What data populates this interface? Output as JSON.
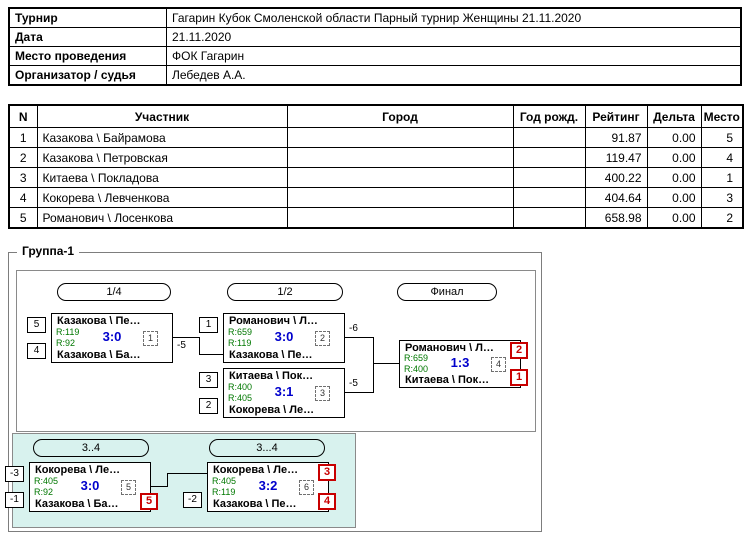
{
  "info": {
    "rows": [
      {
        "label": "Турнир",
        "value": "Гагарин Кубок Смоленской области Парный турнир Женщины 21.11.2020"
      },
      {
        "label": "Дата",
        "value": "21.11.2020"
      },
      {
        "label": "Место проведения",
        "value": "ФОК Гагарин"
      },
      {
        "label": "Организатор / судья",
        "value": "Лебедев А.А."
      }
    ]
  },
  "participants": {
    "headers": [
      "N",
      "Участник",
      "Город",
      "Год рожд.",
      "Рейтинг",
      "Дельта",
      "Место"
    ],
    "rows": [
      {
        "n": "1",
        "name": "Казакова \\ Байрамова",
        "city": "",
        "year": "",
        "rating": "91.87",
        "delta": "0.00",
        "place": "5"
      },
      {
        "n": "2",
        "name": "Казакова \\ Петровская",
        "city": "",
        "year": "",
        "rating": "119.47",
        "delta": "0.00",
        "place": "4"
      },
      {
        "n": "3",
        "name": "Китаева \\ Покладова",
        "city": "",
        "year": "",
        "rating": "400.22",
        "delta": "0.00",
        "place": "1"
      },
      {
        "n": "4",
        "name": "Кокорева \\ Левченкова",
        "city": "",
        "year": "",
        "rating": "404.64",
        "delta": "0.00",
        "place": "3"
      },
      {
        "n": "5",
        "name": "Романович \\ Лосенкова",
        "city": "",
        "year": "",
        "rating": "658.98",
        "delta": "0.00",
        "place": "2"
      }
    ]
  },
  "bracket": {
    "group_label": "Группа-1",
    "rounds": {
      "quarter": "1/4",
      "semi": "1/2",
      "final": "Финал",
      "cons_left": "3..4",
      "cons_right": "3...4"
    },
    "matches": {
      "q1": {
        "seed_top": "5",
        "seed_bottom": "4",
        "top_name": "Казакова \\ Пе…",
        "top_rating": "R:119",
        "score": "3:0",
        "bottom_rating": "R:92",
        "bottom_name": "Казакова \\ Ба…",
        "number": "1",
        "loser_to": "-5"
      },
      "s1": {
        "seed_top": "1",
        "top_name": "Романович \\ Л…",
        "top_rating": "R:659",
        "score": "3:0",
        "bottom_rating": "R:119",
        "bottom_name": "Казакова \\ Пе…",
        "number": "2",
        "loser_to": "-6"
      },
      "s2": {
        "seed_top": "3",
        "seed_bottom": "2",
        "top_name": "Китаева \\ Пок…",
        "top_rating": "R:400",
        "score": "3:1",
        "bottom_rating": "R:405",
        "bottom_name": "Кокорева \\ Ле…",
        "number": "3",
        "loser_to": "-5"
      },
      "final": {
        "top_name": "Романович \\ Л…",
        "top_rating": "R:659",
        "score": "1:3",
        "bottom_rating": "R:400",
        "bottom_name": "Китаева \\ Пок…",
        "number": "4",
        "place_top": "2",
        "place_bottom": "1"
      },
      "c1": {
        "seed_top": "-3",
        "seed_bottom": "-1",
        "top_name": "Кокорева \\ Ле…",
        "top_rating": "R:405",
        "score": "3:0",
        "bottom_rating": "R:92",
        "bottom_name": "Казакова \\ Ба…",
        "number": "5",
        "place_bottom": "5"
      },
      "c2": {
        "seed_bottom": "-2",
        "top_name": "Кокорева \\ Ле…",
        "top_rating": "R:405",
        "score": "3:2",
        "bottom_rating": "R:119",
        "bottom_name": "Казакова \\ Пе…",
        "number": "6",
        "place_top": "3",
        "place_bottom": "4"
      }
    }
  },
  "colors": {
    "score_blue": "#0000cc",
    "rating_green": "#007800",
    "place_red": "#c80000",
    "consolation_bg": "#d8f2ee"
  }
}
